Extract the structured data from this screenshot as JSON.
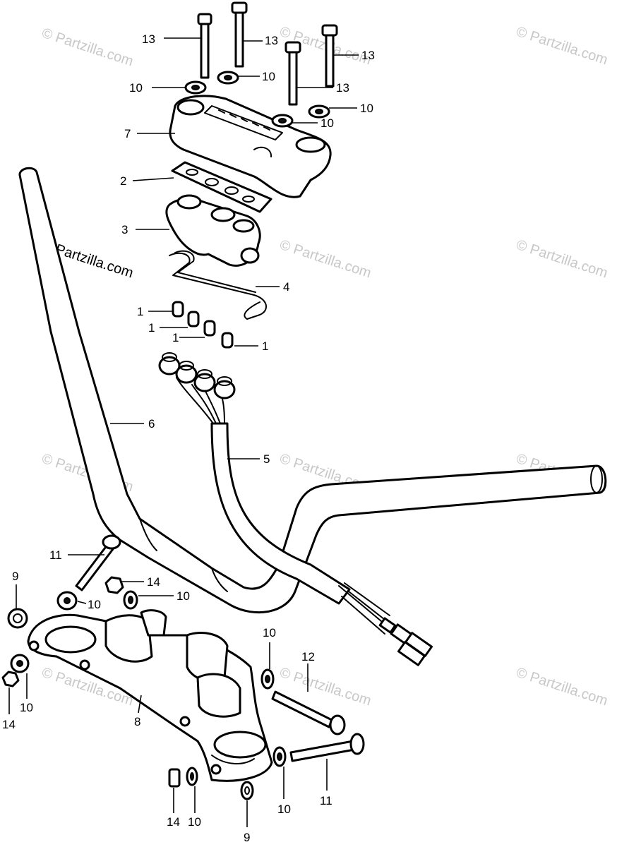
{
  "diagram": {
    "watermark": {
      "text": "© Partzilla.com",
      "color": "#c8c8c8"
    },
    "parts": [
      {
        "callout": "1",
        "part": "terminal-sleeve"
      },
      {
        "callout": "2",
        "part": "switch-gasket"
      },
      {
        "callout": "3",
        "part": "switch-body"
      },
      {
        "callout": "4",
        "part": "wire-clip"
      },
      {
        "callout": "5",
        "part": "wire-harness"
      },
      {
        "callout": "6",
        "part": "handlebar"
      },
      {
        "callout": "7",
        "part": "upper-cover"
      },
      {
        "callout": "8",
        "part": "handlebar-holder"
      },
      {
        "callout": "9",
        "part": "rubber-bushing"
      },
      {
        "callout": "10",
        "part": "washer"
      },
      {
        "callout": "11",
        "part": "bolt"
      },
      {
        "callout": "12",
        "part": "bolt"
      },
      {
        "callout": "13",
        "part": "bolt"
      },
      {
        "callout": "14",
        "part": "nut"
      }
    ]
  }
}
